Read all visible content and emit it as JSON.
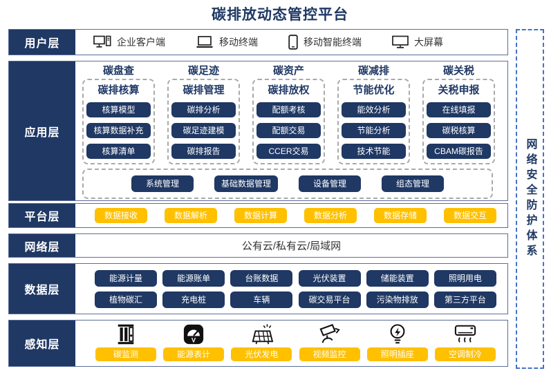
{
  "title": "碳排放动态管控平台",
  "colors": {
    "navy": "#1f3864",
    "yellow": "#ffc000",
    "dashed_gray": "#a9a9a9",
    "security_blue": "#4472c4"
  },
  "security": {
    "label": "网络安全防护体系"
  },
  "layers": {
    "user": {
      "label": "用户层",
      "items": [
        {
          "icon": "desktop-pc-icon",
          "label": "企业客户端"
        },
        {
          "icon": "laptop-icon",
          "label": "移动终端"
        },
        {
          "icon": "smartphone-icon",
          "label": "移动智能终端"
        },
        {
          "icon": "large-screen-icon",
          "label": "大屏幕"
        }
      ]
    },
    "app": {
      "label": "应用层",
      "columns": [
        {
          "header": "碳盘查",
          "subtitle": "碳排核算",
          "items": [
            "核算模型",
            "核算数据补充",
            "核算清单"
          ]
        },
        {
          "header": "碳足迹",
          "subtitle": "碳排管理",
          "items": [
            "碳排分析",
            "碳足迹建模",
            "碳排报告"
          ]
        },
        {
          "header": "碳资产",
          "subtitle": "碳排放权",
          "items": [
            "配额考核",
            "配额交易",
            "CCER交易"
          ]
        },
        {
          "header": "碳减排",
          "subtitle": "节能优化",
          "items": [
            "能效分析",
            "节能分析",
            "技术节能"
          ]
        },
        {
          "header": "碳关税",
          "subtitle": "关税申报",
          "items": [
            "在线填报",
            "碳税核算",
            "CBAM碳报告"
          ]
        }
      ],
      "common_items": [
        "系统管理",
        "基础数据管理",
        "设备管理",
        "组态管理"
      ]
    },
    "platform": {
      "label": "平台层",
      "items": [
        "数据接收",
        "数据解析",
        "数据计算",
        "数据分析",
        "数据存储",
        "数据交互"
      ]
    },
    "network": {
      "label": "网络层",
      "text": "公有云/私有云/局域网"
    },
    "data": {
      "label": "数据层",
      "rows": [
        [
          "能源计量",
          "能源账单",
          "台账数据",
          "光伏装置",
          "储能装置",
          "照明用电"
        ],
        [
          "植物碳汇",
          "充电桩",
          "车辆",
          "碳交易平台",
          "污染物排放",
          "第三方平台"
        ]
      ]
    },
    "perception": {
      "label": "感知层",
      "items": [
        {
          "icon": "carbon-monitor-icon",
          "label": "碳监测"
        },
        {
          "icon": "energy-meter-icon",
          "label": "能源表计"
        },
        {
          "icon": "solar-power-icon",
          "label": "光伏发电"
        },
        {
          "icon": "video-surveillance-icon",
          "label": "视频监控"
        },
        {
          "icon": "lighting-socket-icon",
          "label": "照明插座"
        },
        {
          "icon": "air-conditioner-icon",
          "label": "空调制冷"
        }
      ]
    }
  }
}
